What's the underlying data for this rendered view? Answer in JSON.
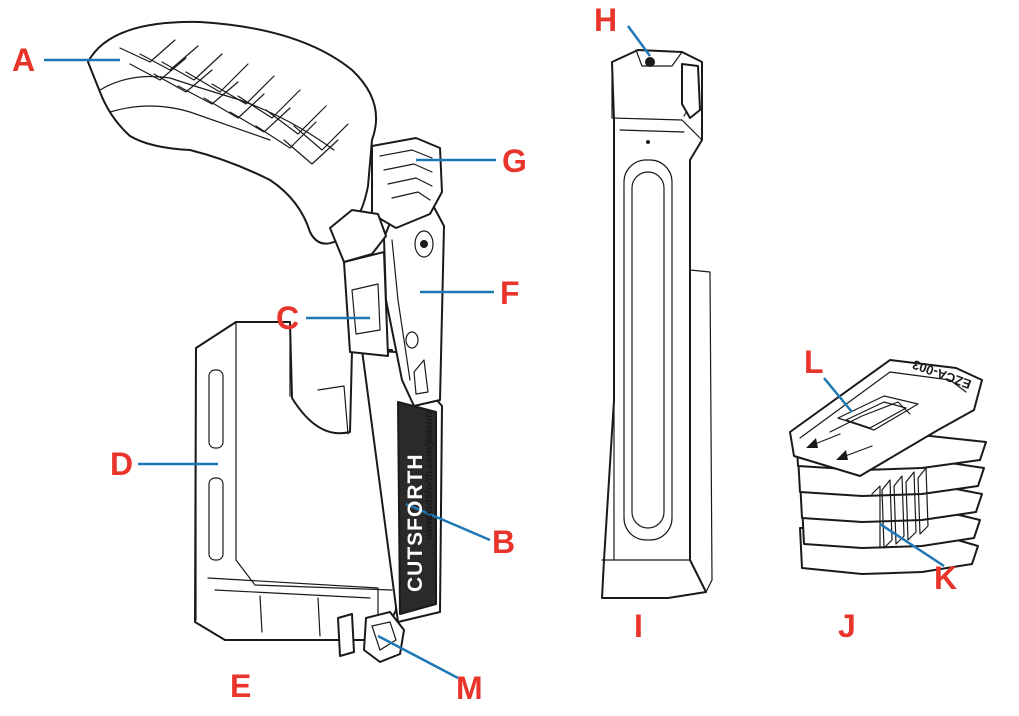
{
  "labels": {
    "A": "A",
    "B": "B",
    "C": "C",
    "D": "D",
    "E": "E",
    "F": "F",
    "G": "G",
    "H": "H",
    "I": "I",
    "J": "J",
    "K": "K",
    "L": "L",
    "M": "M"
  },
  "product_text": {
    "brand": "CUTSFORTH",
    "url": "www.cutsforth.com/patents",
    "part_code": "EZCA-003"
  },
  "colors": {
    "label": "#e8342a",
    "leader_line": "#1f78b4",
    "outline": "#1a1a1a"
  }
}
